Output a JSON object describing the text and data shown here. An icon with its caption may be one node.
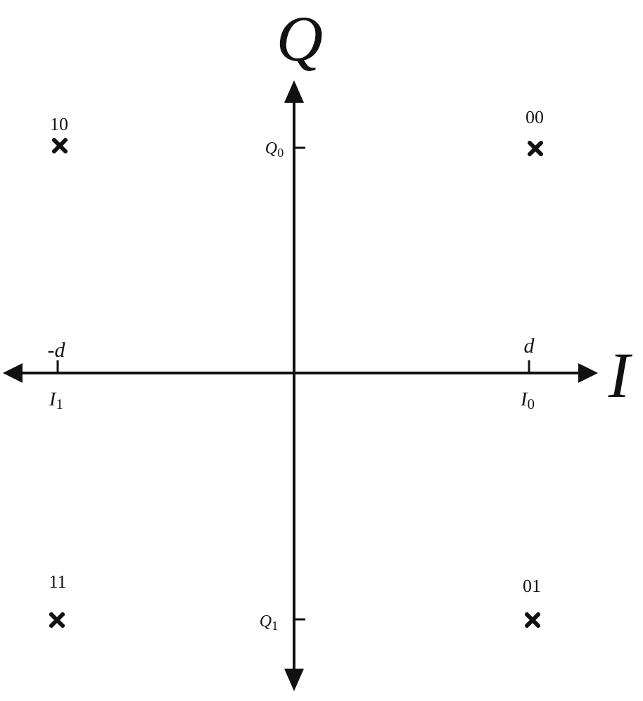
{
  "diagram": {
    "labels": [
      "Q",
      "10",
      "00",
      "Q$_{0}$",
      "-d",
      "d",
      "I",
      "I$_{1}$",
      "I$_{0}$",
      "11",
      "01",
      "Q$_{1}$"
    ]
  }
}
